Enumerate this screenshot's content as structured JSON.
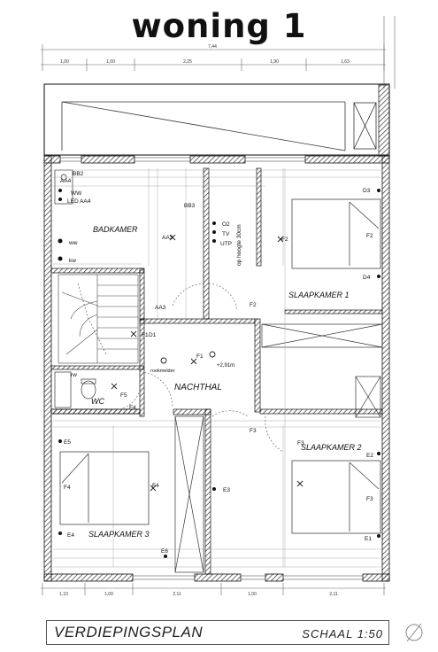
{
  "title": "woning 1",
  "rooms": {
    "badkamer": "BADKAMER",
    "slaapkamer1": "SLAAPKAMER 1",
    "slaapkamer2": "SLAAPKAMER 2",
    "slaapkamer3": "SLAAPKAMER 3",
    "nachthal": "NACHTHAL",
    "wc": "WC"
  },
  "labels": {
    "rookmelder": "rookmelder",
    "o2": "O2",
    "tv": "TV",
    "utp": "UTP",
    "op_hoogte": "op hoogte 30cm",
    "bb2": "BB2",
    "aa4": "AA4",
    "ww1": "WW",
    "led_aa4": "LED AA4",
    "ww2": "ww",
    "kw": "kw",
    "rw": "rw",
    "bb3": "BB3",
    "aa3a": "AA3",
    "aa3b": "AA3",
    "f1": "F1",
    "d1": "D1",
    "f1b": "F1",
    "f5": "F5",
    "f2a": "F2",
    "f2b": "F2",
    "f2c": "F2",
    "f3a": "F3",
    "f3b": "F3",
    "f3c": "F3",
    "f4a": "F4",
    "f4b": "F4",
    "f4c": "F4",
    "d3": "D3",
    "d4": "D4",
    "e1": "E1",
    "e2": "E2",
    "e3": "E3",
    "e4": "E4",
    "e5": "E5",
    "e6": "E6",
    "height": "+2,91m"
  },
  "dimensions_top": [
    "1,00",
    "1,00",
    "2,25",
    "1,90",
    "1,63"
  ],
  "dimension_top_total": "7,44",
  "dimensions_bottom": [
    "1,10",
    "1,00",
    "2,11",
    "1,00",
    "2,11"
  ],
  "footer": {
    "left": "VERDIEPINGSPLAN",
    "right": "SCHAAL 1:50"
  }
}
